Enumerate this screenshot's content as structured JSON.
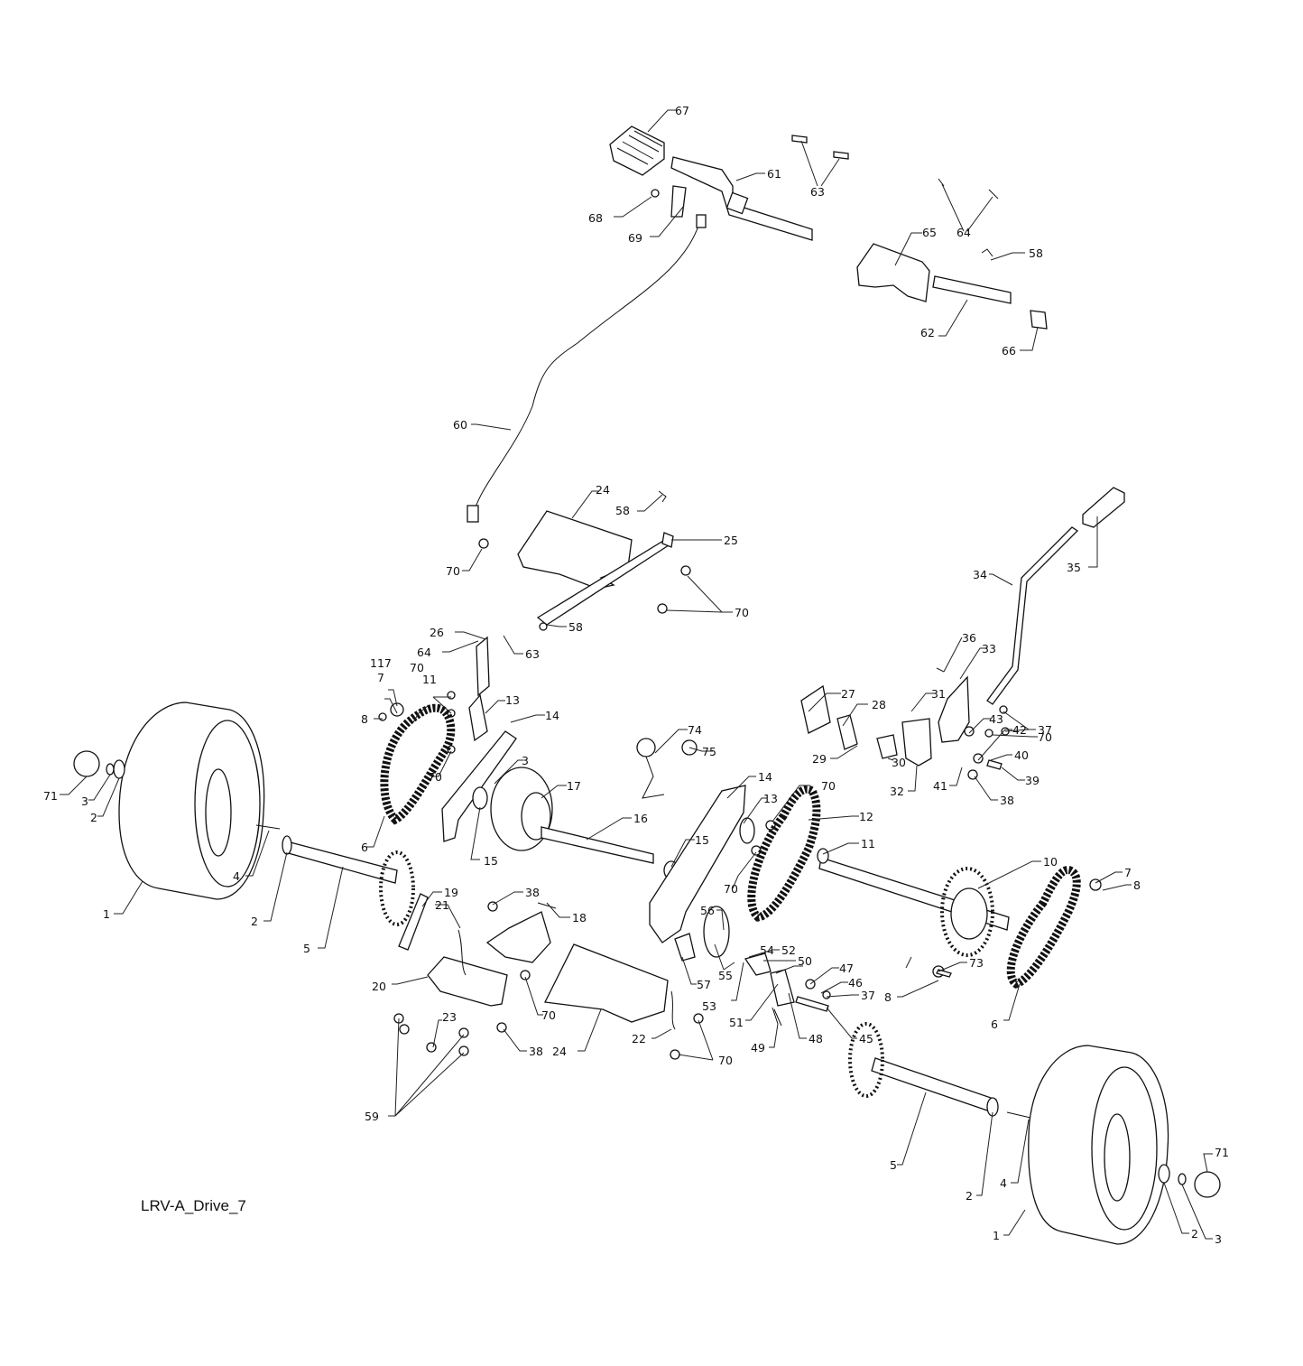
{
  "drawing_id": "LRV-A_Drive_7",
  "callouts": {
    "c67": "67",
    "c61": "61",
    "c63a": "63",
    "c64a": "64",
    "c68": "68",
    "c69": "69",
    "c65": "65",
    "c58a": "58",
    "c62": "62",
    "c66": "66",
    "c60": "60",
    "c24a": "24",
    "c58b": "58",
    "c25": "25",
    "c70a": "70",
    "c70b": "70",
    "c58c": "58",
    "c26": "26",
    "c64b": "64",
    "c63b": "63",
    "c117": "117",
    "c7a": "7",
    "c8a": "8",
    "c70c": "70",
    "c11a": "11",
    "c13a": "13",
    "c14a": "14",
    "c70d": "70",
    "c71a": "71",
    "c3a": "3",
    "c2a": "2",
    "c6a": "6",
    "c3b": "3",
    "c17": "17",
    "c15a": "15",
    "c16": "16",
    "c74": "74",
    "c75": "75",
    "c14b": "14",
    "c13b": "13",
    "c70e": "70",
    "c12": "12",
    "c15b": "15",
    "c11b": "11",
    "c70f": "70",
    "c27": "27",
    "c28": "28",
    "c36": "36",
    "c33": "33",
    "c34": "34",
    "c35": "35",
    "c31": "31",
    "c37a": "37",
    "c43": "43",
    "c42": "42",
    "c70g": "70",
    "c29": "29",
    "c30": "30",
    "c32": "32",
    "c40": "40",
    "c39": "39",
    "c41": "41",
    "c38a": "38",
    "c10": "10",
    "c7b": "7",
    "c8b": "8",
    "c1a": "1",
    "c4a": "4",
    "c2b": "2",
    "c5a": "5",
    "c19": "19",
    "c21": "21",
    "c38b": "38",
    "c18": "18",
    "c56": "56",
    "c54": "54",
    "c52": "52",
    "c50": "50",
    "c47": "47",
    "c46": "46",
    "c37b": "37",
    "c73": "73",
    "c8c": "8",
    "c6b": "6",
    "c20": "20",
    "c57": "57",
    "c55": "55",
    "c53": "53",
    "c51": "51",
    "c48": "48",
    "c45": "45",
    "c70h": "70",
    "c24b": "24",
    "c22": "22",
    "c49": "49",
    "c23": "23",
    "c38c": "38",
    "c70i": "70",
    "c59": "59",
    "c5b": "5",
    "c2c": "2",
    "c4b": "4",
    "c71b": "71",
    "c1b": "1",
    "c2d": "2",
    "c3c": "3"
  }
}
